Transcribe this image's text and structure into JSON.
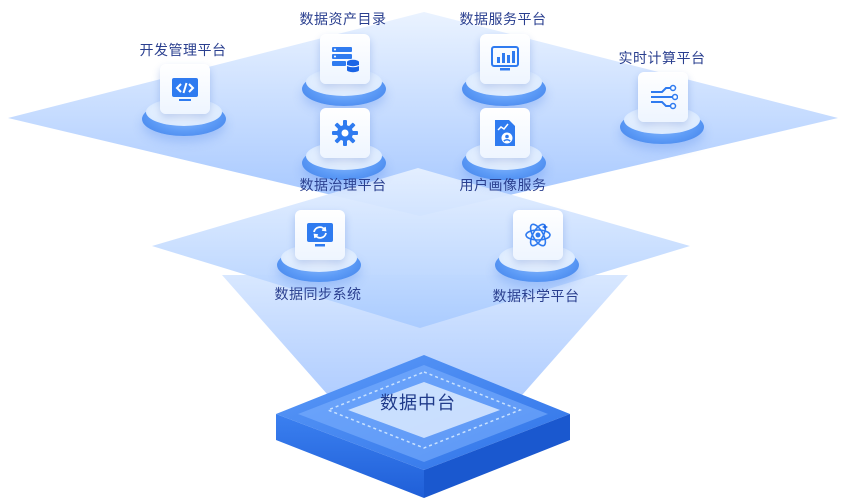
{
  "core": {
    "label": "数据中台"
  },
  "top_layer": {
    "nodes": [
      {
        "label": "开发管理平台",
        "icon": "code-icon"
      },
      {
        "label": "数据资产目录",
        "icon": "database-server-icon"
      },
      {
        "label": "数据服务平台",
        "icon": "bar-chart-monitor-icon"
      },
      {
        "label": "实时计算平台",
        "icon": "circuit-flow-icon"
      },
      {
        "label": "数据治理平台",
        "icon": "gear-icon"
      },
      {
        "label": "用户画像服务",
        "icon": "user-report-icon"
      }
    ]
  },
  "middle_layer": {
    "nodes": [
      {
        "label": "数据同步系统",
        "icon": "sync-monitor-icon"
      },
      {
        "label": "数据科学平台",
        "icon": "atom-icon"
      }
    ]
  },
  "colors": {
    "primary": "#2f7bf0",
    "accent": "#1a64e6",
    "label": "#2a3f8f"
  }
}
